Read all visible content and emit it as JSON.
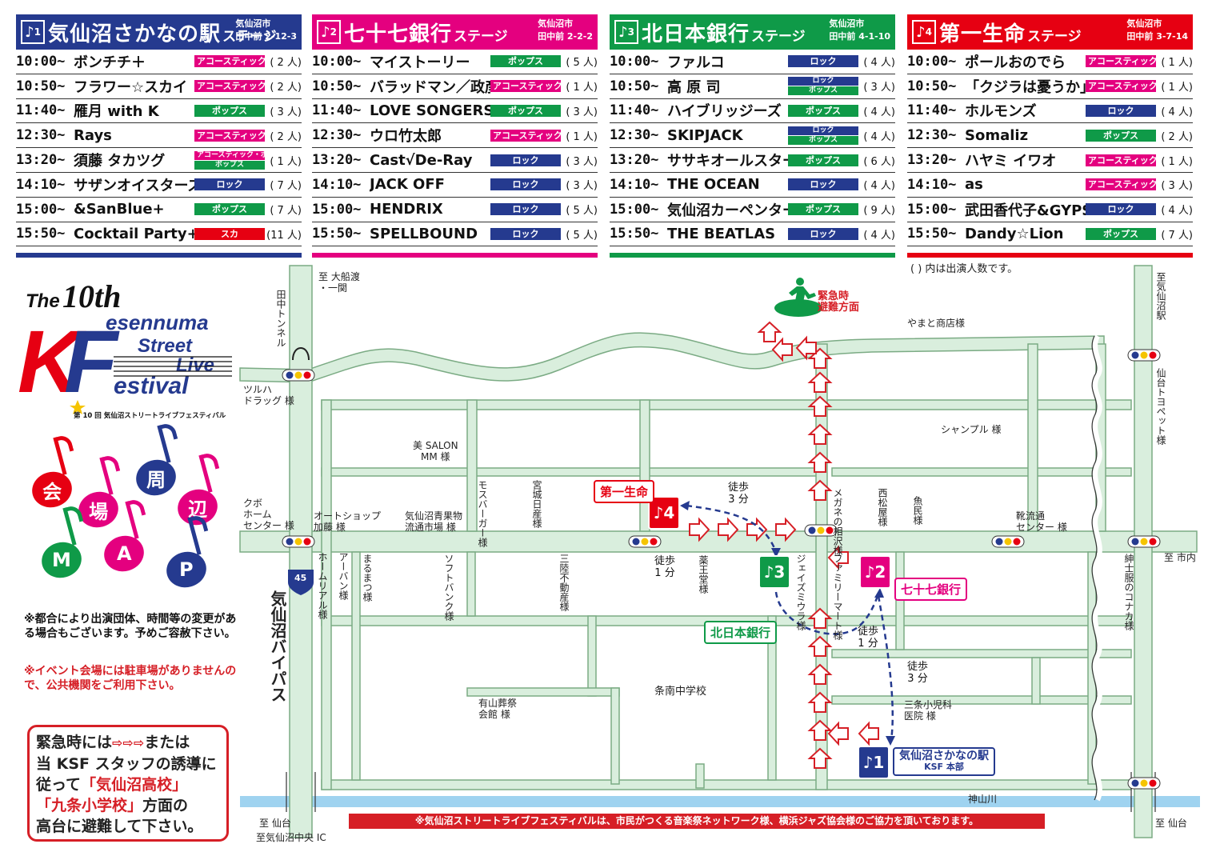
{
  "stages": [
    {
      "num": "1",
      "name": "気仙沼さかなの駅",
      "suffix": "ステージ",
      "addr1": "気仙沼市",
      "addr2": "田中前 2-12-3",
      "color": "#253a8f",
      "rows": [
        {
          "time": "10:00~",
          "perf": "ボンチチ＋",
          "genres": [
            "アコースティック・ボーカル"
          ],
          "count": "( 2 人)"
        },
        {
          "time": "10:50~",
          "perf": "フラワー☆スカイ",
          "genres": [
            "アコースティック・ボーカル"
          ],
          "count": "( 2 人)"
        },
        {
          "time": "11:40~",
          "perf": "雁月 with K",
          "genres": [
            "ポップス"
          ],
          "count": "( 3 人)"
        },
        {
          "time": "12:30~",
          "perf": "Rays",
          "genres": [
            "アコースティック・ボーカル"
          ],
          "count": "( 2 人)"
        },
        {
          "time": "13:20~",
          "perf": "須藤 タカツグ",
          "genres": [
            "アコースティック・ボーカル",
            "ポップス"
          ],
          "count": "( 1 人)"
        },
        {
          "time": "14:10~",
          "perf": "サザンオイスターズ",
          "genres": [
            "ロック"
          ],
          "count": "( 7 人)"
        },
        {
          "time": "15:00~",
          "perf": "&SanBlue+",
          "genres": [
            "ポップス"
          ],
          "count": "( 7 人)"
        },
        {
          "time": "15:50~",
          "perf": "Cocktail Party+",
          "genres": [
            "スカ"
          ],
          "count": "(11 人)"
        }
      ]
    },
    {
      "num": "2",
      "name": "七十七銀行",
      "suffix": "ステージ",
      "addr1": "気仙沼市",
      "addr2": "田中前 2-2-2",
      "color": "#e4007f",
      "rows": [
        {
          "time": "10:00~",
          "perf": "マイストーリー",
          "genres": [
            "ポップス"
          ],
          "count": "( 5 人)"
        },
        {
          "time": "10:50~",
          "perf": "バラッドマン／政彦",
          "genres": [
            "アコースティック・ボーカル"
          ],
          "count": "( 1 人)"
        },
        {
          "time": "11:40~",
          "perf": "LOVE SONGERS",
          "genres": [
            "ポップス"
          ],
          "count": "( 3 人)"
        },
        {
          "time": "12:30~",
          "perf": "ウロ竹太郎",
          "genres": [
            "アコースティック・ボーカル"
          ],
          "count": "( 1 人)"
        },
        {
          "time": "13:20~",
          "perf": "Cast√De-Ray",
          "genres": [
            "ロック"
          ],
          "count": "( 3 人)"
        },
        {
          "time": "14:10~",
          "perf": "JACK OFF",
          "genres": [
            "ロック"
          ],
          "count": "( 3 人)"
        },
        {
          "time": "15:00~",
          "perf": "HENDRIX",
          "genres": [
            "ロック"
          ],
          "count": "( 5 人)"
        },
        {
          "time": "15:50~",
          "perf": "SPELLBOUND",
          "genres": [
            "ロック"
          ],
          "count": "( 5 人)"
        }
      ]
    },
    {
      "num": "3",
      "name": "北日本銀行",
      "suffix": "ステージ",
      "addr1": "気仙沼市",
      "addr2": "田中前 4-1-10",
      "color": "#0f9a48",
      "rows": [
        {
          "time": "10:00~",
          "perf": "ファルコ",
          "genres": [
            "ロック"
          ],
          "count": "( 4 人)"
        },
        {
          "time": "10:50~",
          "perf": "高 原 司",
          "genres": [
            "ロック",
            "ポップス"
          ],
          "count": "( 3 人)"
        },
        {
          "time": "11:40~",
          "perf": "ハイブリッジーズ",
          "genres": [
            "ポップス"
          ],
          "count": "( 4 人)"
        },
        {
          "time": "12:30~",
          "perf": "SKIPJACK",
          "genres": [
            "ロック",
            "ポップス"
          ],
          "count": "( 4 人)"
        },
        {
          "time": "13:20~",
          "perf": "ササキオールスターズ",
          "genres": [
            "ポップス"
          ],
          "count": "( 6 人)"
        },
        {
          "time": "14:10~",
          "perf": "THE OCEAN",
          "genres": [
            "ロック"
          ],
          "count": "( 4 人)"
        },
        {
          "time": "15:00~",
          "perf": "気仙沼カーペンターズ",
          "genres": [
            "ポップス"
          ],
          "count": "( 9 人)"
        },
        {
          "time": "15:50~",
          "perf": "THE BEATLAS",
          "genres": [
            "ロック"
          ],
          "count": "( 4 人)"
        }
      ]
    },
    {
      "num": "4",
      "name": "第一生命",
      "suffix": "ステージ",
      "addr1": "気仙沼市",
      "addr2": "田中前 3-7-14",
      "color": "#e60012",
      "rows": [
        {
          "time": "10:00~",
          "perf": "ポールおのでら",
          "genres": [
            "アコースティック・ボーカル"
          ],
          "count": "( 1 人)"
        },
        {
          "time": "10:50~",
          "perf": "「クジラは憂うか」",
          "genres": [
            "アコースティック・ボーカル"
          ],
          "count": "( 1 人)"
        },
        {
          "time": "11:40~",
          "perf": "ホルモンズ",
          "genres": [
            "ロック"
          ],
          "count": "( 4 人)"
        },
        {
          "time": "12:30~",
          "perf": "Somaliz",
          "genres": [
            "ポップス"
          ],
          "count": "( 2 人)"
        },
        {
          "time": "13:20~",
          "perf": "ハヤミ イワオ",
          "genres": [
            "アコースティック・ボーカル"
          ],
          "count": "( 1 人)"
        },
        {
          "time": "14:10~",
          "perf": "as",
          "genres": [
            "アコースティック・ボーカル"
          ],
          "count": "( 3 人)"
        },
        {
          "time": "15:00~",
          "perf": "武田香代子&GYPSY'S",
          "genres": [
            "ロック"
          ],
          "count": "( 4 人)"
        },
        {
          "time": "15:50~",
          "perf": "Dandy☆Lion",
          "genres": [
            "ポップス"
          ],
          "count": "( 7 人)"
        }
      ]
    }
  ],
  "genre_colors": {
    "アコースティック・ボーカル": "#e4007f",
    "ポップス": "#0f9a48",
    "ロック": "#253a8f",
    "スカ": "#e60012"
  },
  "legend_note": "( ) 内は出演人数です。",
  "logo": {
    "the": "The",
    "edition": "10th",
    "line1": "esennuma",
    "line2": "Street",
    "line3": "Live",
    "line4": "estival",
    "subtitle": "第 10 回 気仙沼ストリートライブフェスティバル",
    "k": "K",
    "f": "F"
  },
  "map_title_chars": [
    "会",
    "場",
    "周",
    "辺",
    "M",
    "A",
    "P"
  ],
  "notices": {
    "n1": "※都合により出演団体、時間等の変更がある場合もございます。予めご容赦下さい。",
    "n2": "※イベント会場には駐車場がありませんので、公共機関をご利用下さい。"
  },
  "emergency": {
    "line1": "緊急時には",
    "line1b": "または",
    "line2": "当 KSF スタッフの誘導に",
    "line3a": "従って",
    "line3b": "「気仙沼高校」",
    "line4a": "「九条小学校」",
    "line4b": "方面の",
    "line5": "高台に避難して下さい。"
  },
  "footer": "※気仙沼ストリートライブフェスティバルは、市民がつくる音楽祭ネットワーク様、横浜ジャズ協会様のご協力を頂いております。",
  "map_labels": {
    "to_ofunato": "至 大船渡\n・一関",
    "tanaka_tunnel": "田中トンネル",
    "tsuruha": "ツルハ\nドラッグ 様",
    "emergency_dir": "緊急時\n避難方面",
    "yamato": "やまと商店様",
    "to_kesennuma_st": "至気仙沼駅",
    "sendai_toyopet": "仙台トヨペット様",
    "bi_salon": "美 SALON\nMM 様",
    "shanpuru": "シャンプル 様",
    "kubo_home": "クボ\nホーム\nセンター 様",
    "auto_shop": "オートショップ\n加藤 様",
    "seika": "気仙沼青果物\n流通市場 様",
    "mos": "モスバーガー様",
    "miyagi_nissan": "宮城日産様",
    "walk3a": "徒歩\n3 分",
    "megane": "メガネの相沢様",
    "nishimatsuya": "西松屋様",
    "uotami": "魚民様",
    "ryutsu": "靴流通\nセンター 様",
    "to_shinai": "至 市内",
    "konaka": "紳士服のコナカ様",
    "bypass": "気仙沼バイパス",
    "route45": "45",
    "homerial": "ホームリアル様",
    "abaan": "アーバン様",
    "marumatsu": "まるまつ様",
    "softbank": "ソフトバンク様",
    "sanriku": "三陸不動産様",
    "walk1a": "徒歩\n1 分",
    "yakuodo": "薬王堂様",
    "jeiz": "ジェイズミウラ様",
    "family": "ファミリーマート様",
    "walk1b": "徒歩\n1 分",
    "walk3b": "徒歩\n3 分",
    "jonan": "条南中学校",
    "ariyama": "有山葬祭\n会館 様",
    "sanjo": "三条小児科\n医院 様",
    "kamiyama": "神山川",
    "to_sendai_l": "至 仙台",
    "to_ic": "至気仙沼中央 IC",
    "to_sendai_r": "至 仙台"
  },
  "venues": {
    "v1_num": "1",
    "v1_name": "気仙沼さかなの駅",
    "v1_sub": "KSF 本部",
    "v2_num": "2",
    "v2_name": "七十七銀行",
    "v3_num": "3",
    "v3_name": "北日本銀行",
    "v4_num": "4",
    "v4_name": "第一生命"
  }
}
